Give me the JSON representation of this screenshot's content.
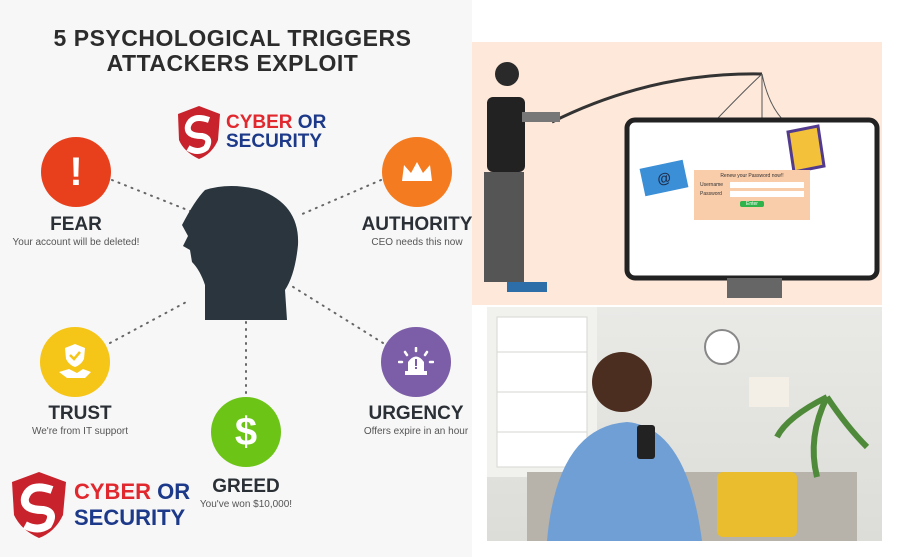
{
  "title": [
    "5 PSYCHOLOGICAL TRIGGERS",
    "ATTACKERS EXPLOIT"
  ],
  "logo": {
    "line1a": "CYBER",
    "line1b": "OR",
    "line2": "SECURITY"
  },
  "triggers": [
    {
      "label": "FEAR",
      "subtitle": "Your account will be deleted!",
      "color": "#e8401c",
      "icon": "exclamation-icon"
    },
    {
      "label": "AUTHORITY",
      "subtitle": "CEO needs this now",
      "color": "#f47b20",
      "icon": "crown-icon"
    },
    {
      "label": "TRUST",
      "subtitle": "We're from IT support",
      "color": "#f5c518",
      "icon": "shield-handshake-icon"
    },
    {
      "label": "GREED",
      "subtitle": "You've won $10,000!",
      "color": "#6cc417",
      "icon": "dollar-icon",
      "glyph": "$"
    },
    {
      "label": "URGENCY",
      "subtitle": "Offers expire in an hour",
      "color": "#7b5ea7",
      "icon": "alarm-siren-icon"
    }
  ],
  "phish": {
    "heading": "Renew your Password now!!",
    "username": "Username",
    "password": "Password",
    "button": "Enter",
    "email_glyph": "@"
  }
}
